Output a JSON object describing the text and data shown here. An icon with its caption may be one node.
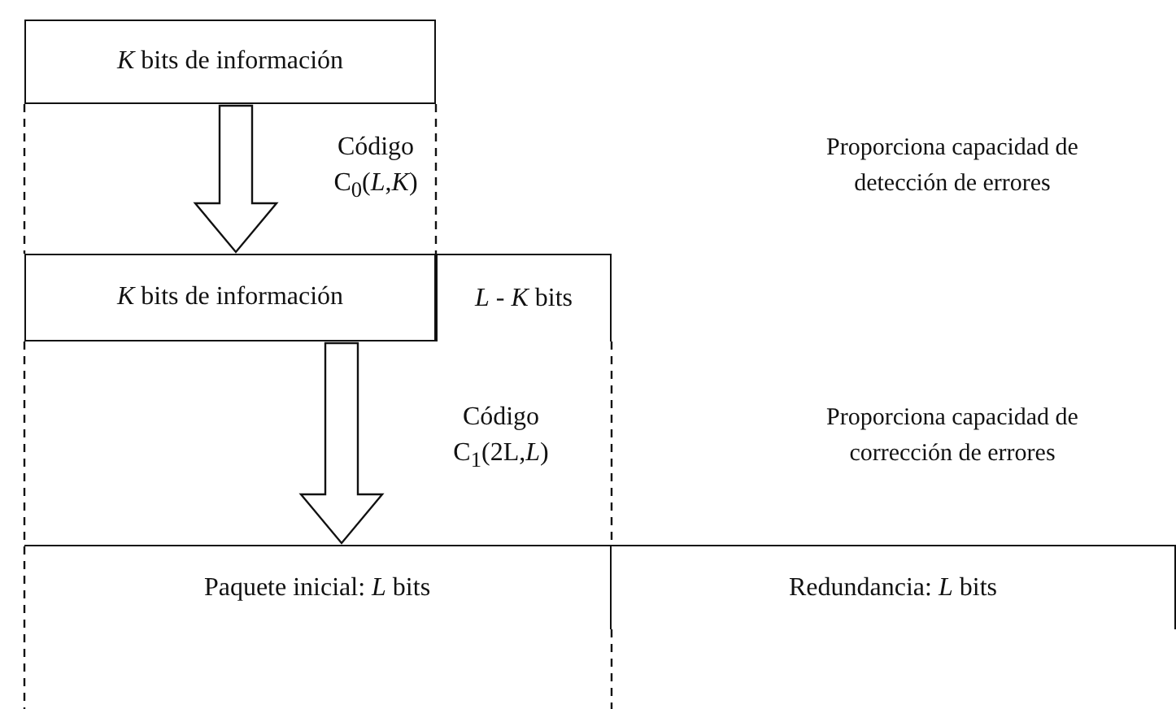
{
  "diagram": {
    "nodes": [
      {
        "text": [
          "*K* bits de información"
        ]
      },
      {
        "text": [
          "*K* bits de información"
        ]
      },
      {
        "text": [
          "*L* - *K* bits"
        ]
      },
      {
        "text": [
          "Paquete inicial:   *L* bits"
        ]
      },
      {
        "text": [
          "Redundancia: *L* bits"
        ]
      }
    ],
    "edges": [
      {
        "from": 0,
        "to": 1,
        "arrow": "to",
        "label": "Código C$_{0}$(*L*,*K*)"
      },
      {
        "from": 1,
        "to": 3,
        "arrow": "to",
        "label": "Código C$_{1}$(2L,*L*)"
      }
    ],
    "labels": [
      "Proporciona capacidad de detección de errores",
      "Proporciona capacidad de corrección de errores"
    ]
  }
}
